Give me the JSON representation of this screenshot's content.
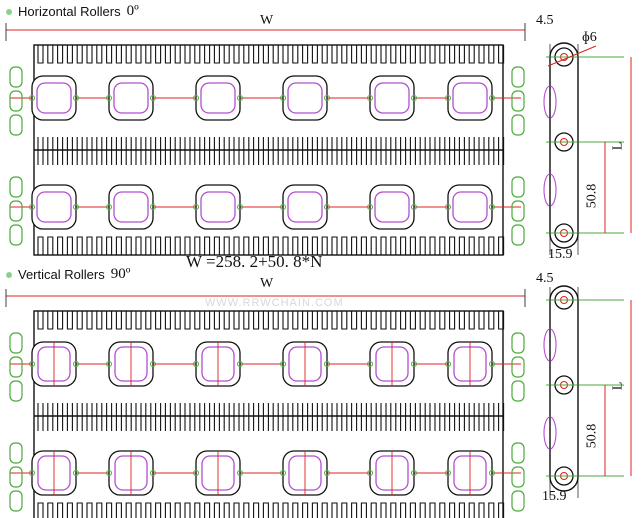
{
  "top_section": {
    "label": "Horizontal Rollers",
    "angle": "0º"
  },
  "bottom_section": {
    "label": "Vertical Rollers",
    "angle": "90º"
  },
  "formula": "W =258. 2+50. 8*N",
  "watermark": "WWW.RRWCHAIN.COM",
  "dims": {
    "width": "W",
    "thickness": "4.5",
    "hole": "ɸ6",
    "length": "L",
    "pitch": "50.8",
    "depth": "15.9"
  },
  "colors": {
    "outline": "#111111",
    "roller": "#b24fd0",
    "dim_red": "#e02020",
    "green": "#4caa3c"
  }
}
